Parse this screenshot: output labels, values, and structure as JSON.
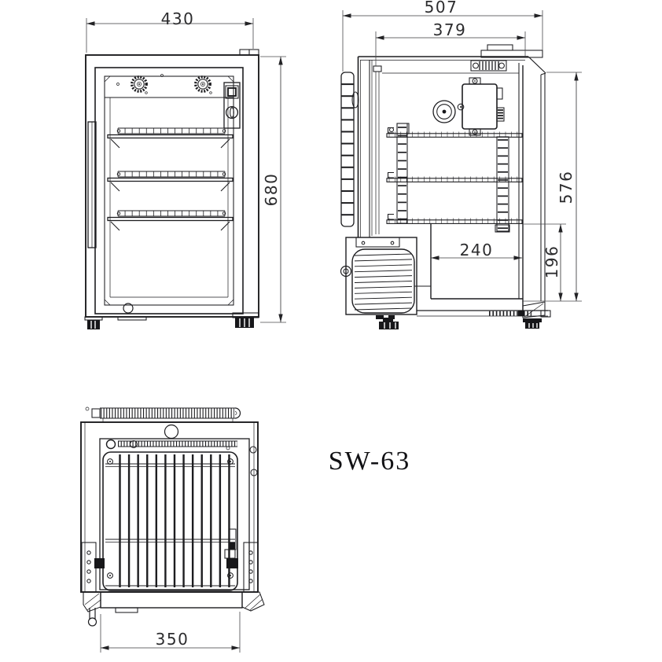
{
  "title": {
    "model_label": "SW-63"
  },
  "dimensions": {
    "front_width": "430",
    "front_height": "680",
    "side_depth_overall": "507",
    "side_depth_inner": "379",
    "side_height": "576",
    "side_recess_depth": "240",
    "side_recess_height": "196",
    "back_width": "350"
  }
}
